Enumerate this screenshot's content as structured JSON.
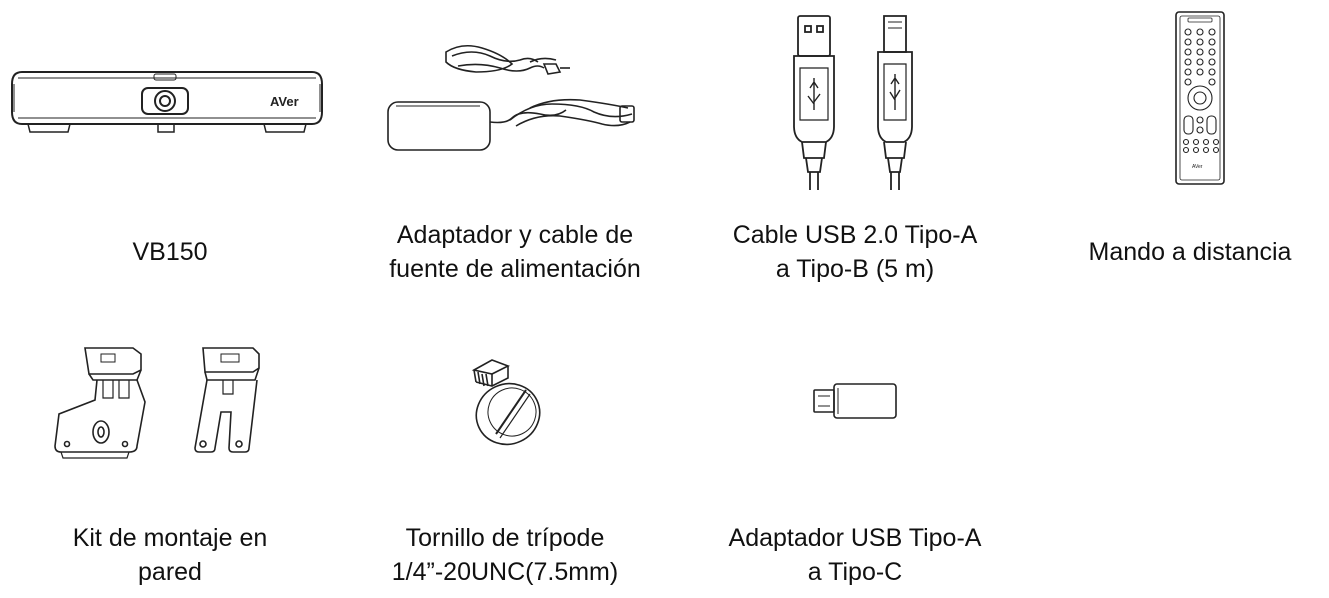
{
  "items": [
    {
      "id": "vb150",
      "icon": "camera-bar-icon",
      "lines": [
        "VB150"
      ]
    },
    {
      "id": "power-adapter",
      "icon": "power-adapter-icon",
      "lines": [
        "Adaptador y cable de",
        "fuente de alimentación"
      ]
    },
    {
      "id": "usb-cable",
      "icon": "usb-cable-icon",
      "lines": [
        "Cable USB 2.0 Tipo-A",
        "a Tipo-B (5 m)"
      ]
    },
    {
      "id": "remote",
      "icon": "remote-control-icon",
      "lines": [
        "Mando a distancia"
      ]
    },
    {
      "id": "wall-mount",
      "icon": "wall-mount-bracket-icon",
      "lines": [
        "Kit de montaje en",
        "pared"
      ]
    },
    {
      "id": "tripod-screw",
      "icon": "tripod-screw-icon",
      "lines": [
        "Tornillo de trípode",
        "1/4”-20UNC(7.5mm)"
      ]
    },
    {
      "id": "usb-adapter",
      "icon": "usb-c-adapter-icon",
      "lines": [
        "Adaptador USB Tipo-A",
        "a Tipo-C"
      ]
    }
  ]
}
